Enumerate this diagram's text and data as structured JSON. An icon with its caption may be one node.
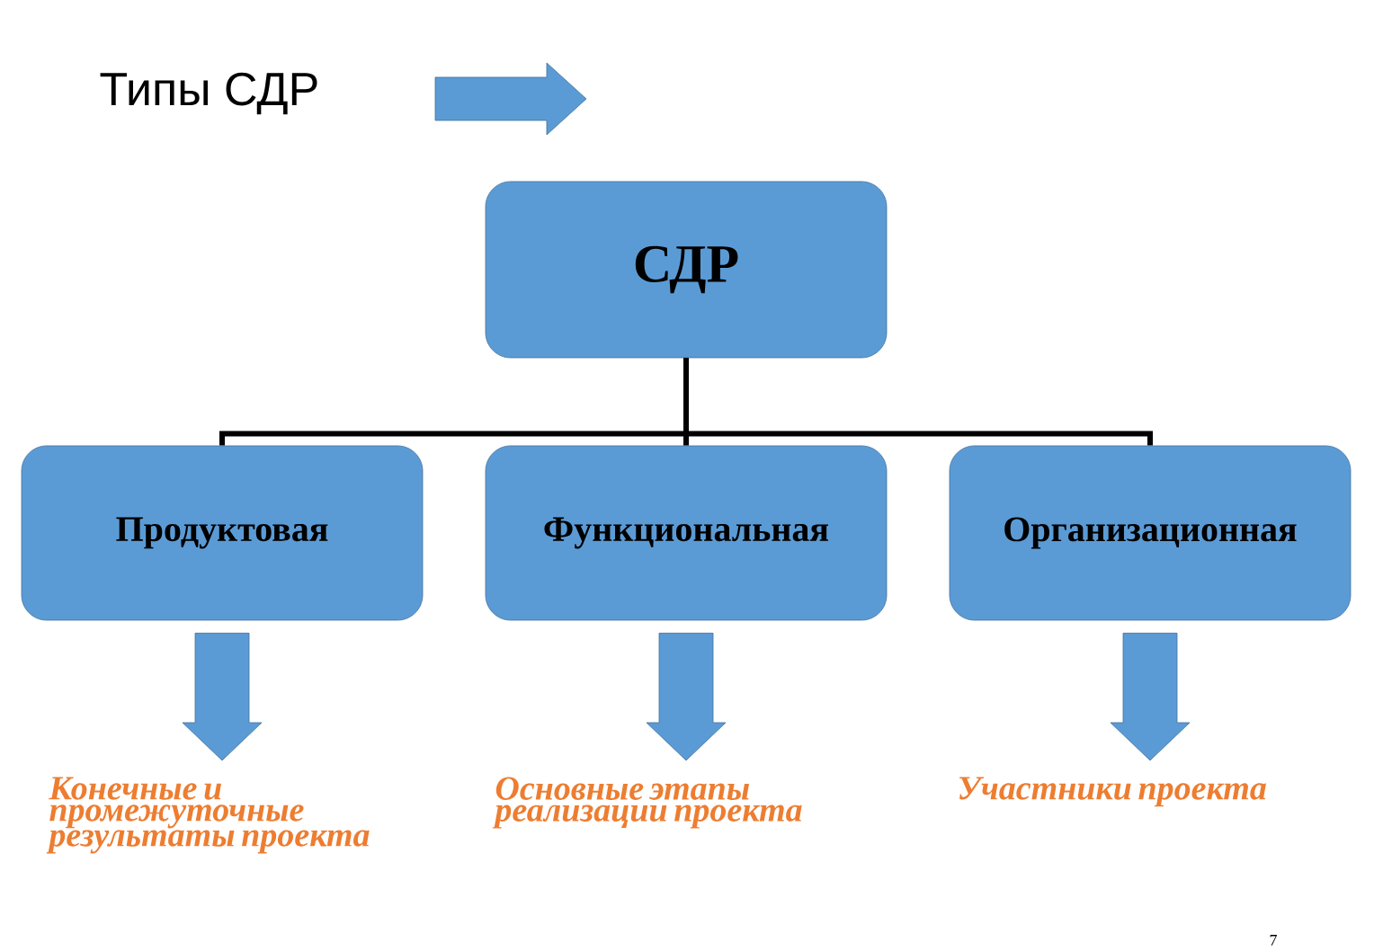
{
  "diagram": {
    "title": "Типы СДР",
    "nodes": [
      {
        "text": [
          "СДР"
        ]
      },
      {
        "text": [
          "Продуктовая"
        ]
      },
      {
        "text": [
          "Функциональная"
        ]
      },
      {
        "text": [
          "Организационная"
        ]
      },
      {
        "text": [
          "Конечные и промежуточные результаты проекта"
        ]
      },
      {
        "text": [
          "Основные этапы реализации проекта"
        ]
      },
      {
        "text": [
          "Участники проекта"
        ]
      }
    ],
    "edges": [
      {
        "from": 0,
        "to": 1,
        "arrow": "none"
      },
      {
        "from": 0,
        "to": 2,
        "arrow": "none"
      },
      {
        "from": 0,
        "to": 3,
        "arrow": "none"
      },
      {
        "from": 1,
        "to": 4,
        "arrow": "to"
      },
      {
        "from": 2,
        "to": 5,
        "arrow": "to"
      },
      {
        "from": 3,
        "to": 6,
        "arrow": "to"
      }
    ],
    "labels": [
      "7"
    ]
  }
}
